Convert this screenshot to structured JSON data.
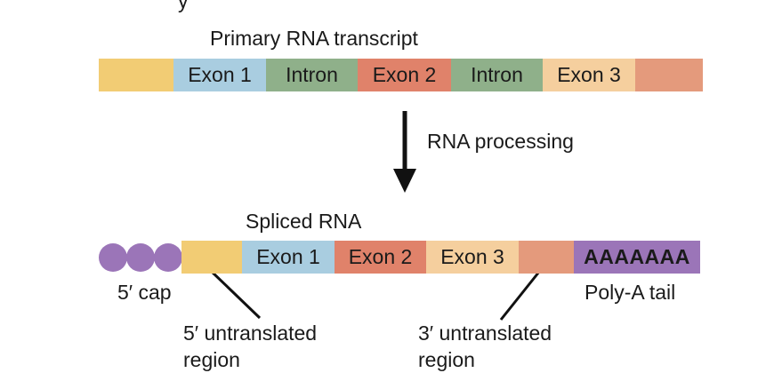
{
  "top_title_fragment": "y",
  "primary": {
    "title": "Primary RNA transcript",
    "segments": [
      {
        "label": "",
        "color": "#f2cc74"
      },
      {
        "label": "Exon 1",
        "color": "#a9cde0"
      },
      {
        "label": "Intron",
        "color": "#8fb08a"
      },
      {
        "label": "Exon 2",
        "color": "#e0826a"
      },
      {
        "label": "Intron",
        "color": "#8fb08a"
      },
      {
        "label": "Exon 3",
        "color": "#f5cf9e"
      },
      {
        "label": "",
        "color": "#e49a7c"
      }
    ]
  },
  "processing_label": "RNA processing",
  "spliced": {
    "title": "Spliced RNA",
    "cap_color": "#9b75b8",
    "cap_label": "5′ cap",
    "segments": [
      {
        "label": "",
        "color": "#f2cc74"
      },
      {
        "label": "Exon 1",
        "color": "#a9cde0"
      },
      {
        "label": "Exon 2",
        "color": "#e0826a"
      },
      {
        "label": "Exon 3",
        "color": "#f5cf9e"
      },
      {
        "label": "",
        "color": "#e49a7c"
      },
      {
        "label": "AAAAAAA",
        "color": "#9b75b8"
      }
    ],
    "polya_label": "Poly-A tail",
    "utr5": {
      "line1": "5′ untranslated",
      "line2": "region"
    },
    "utr3": {
      "line1": "3′ untranslated",
      "line2": "region"
    }
  }
}
